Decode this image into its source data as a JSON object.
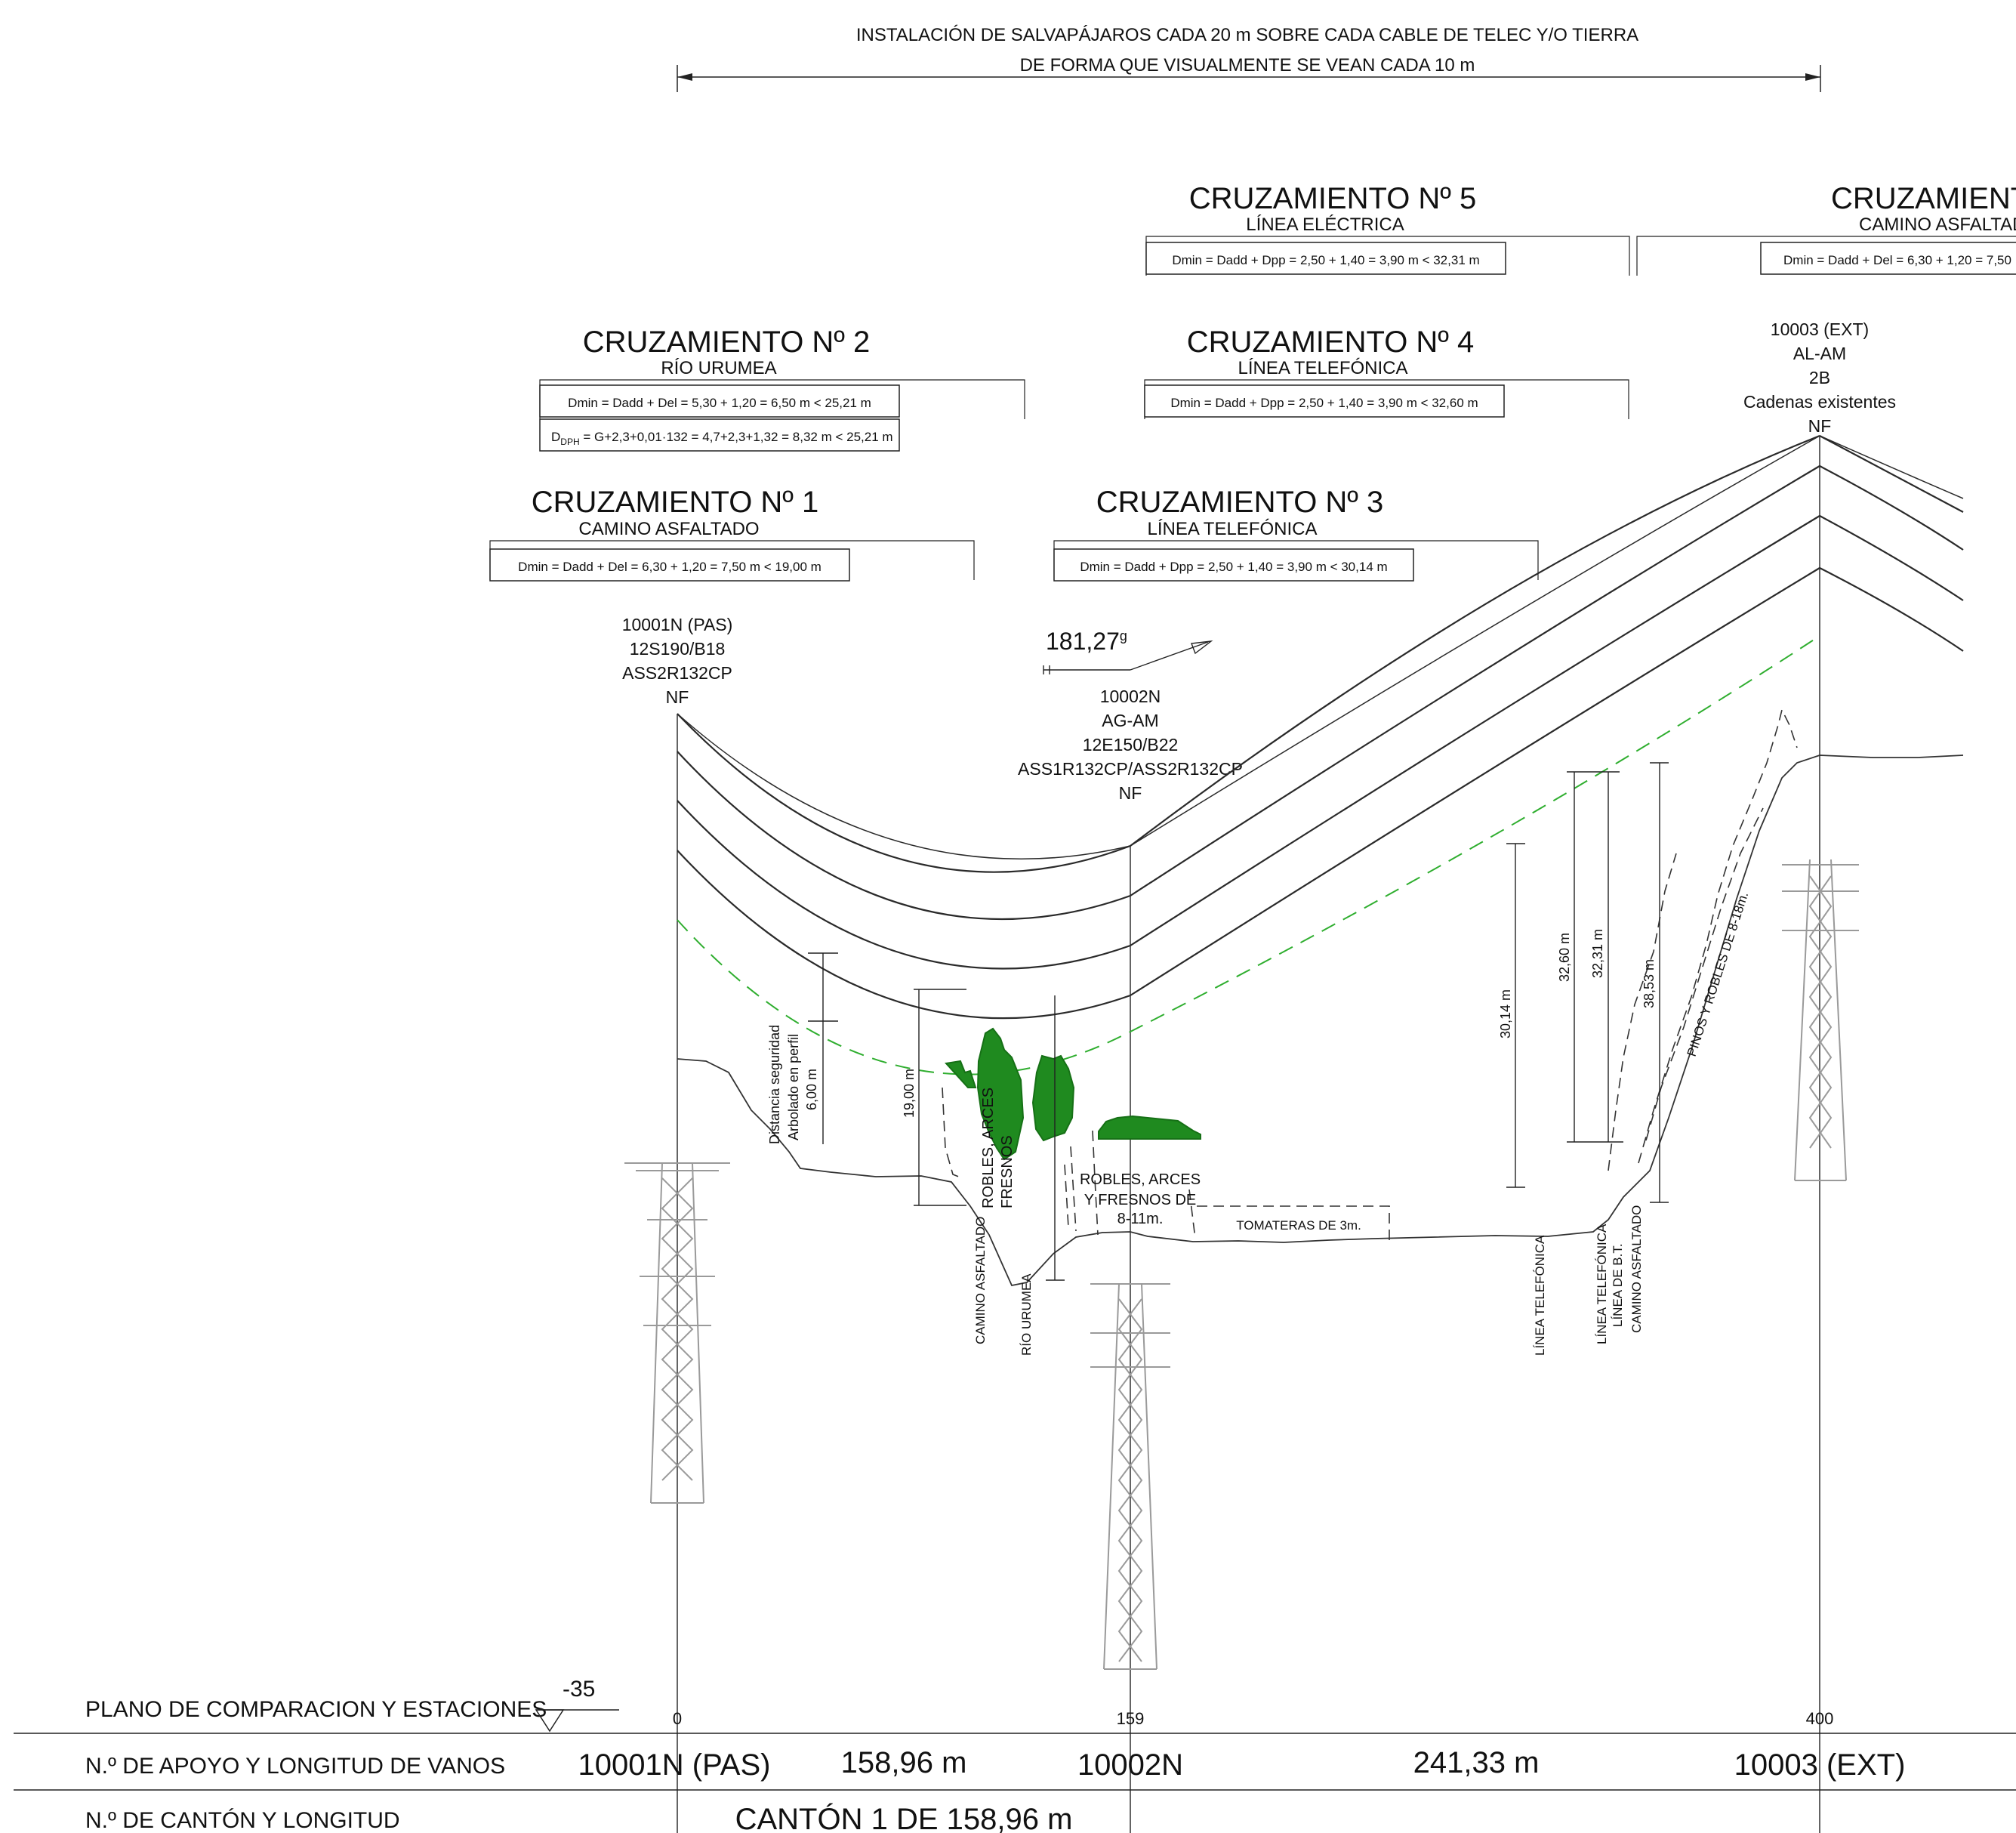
{
  "header": {
    "line1": "INSTALACIÓN DE SALVAPÁJAROS CADA 20 m SOBRE CADA CABLE DE TELEC Y/O TIERRA",
    "line2": "DE FORMA QUE VISUALMENTE SE VEAN CADA 10 m"
  },
  "crossings": [
    {
      "title": "CRUZAMIENTO Nº 1",
      "subtitle": "CAMINO ASFALTADO",
      "formula": "Dmin = Dadd + Del = 6,30 + 1,20 = 7,50 m < 19,00 m"
    },
    {
      "title": "CRUZAMIENTO Nº 2",
      "subtitle": "RÍO URUMEA",
      "formula": "Dmin = Dadd + Del = 5,30 + 1,20 = 6,50 m < 25,21 m",
      "formula2_prefix": "D",
      "formula2_sub": "DPH",
      "formula2_rest": " = G+2,3+0,01·132 = 4,7+2,3+1,32 = 8,32 m < 25,21 m"
    },
    {
      "title": "CRUZAMIENTO Nº 3",
      "subtitle": "LÍNEA TELEFÓNICA",
      "formula": "Dmin = Dadd + Dpp = 2,50 + 1,40 = 3,90 m < 30,14 m"
    },
    {
      "title": "CRUZAMIENTO Nº 4",
      "subtitle": "LÍNEA TELEFÓNICA",
      "formula": "Dmin = Dadd + Dpp = 2,50 + 1,40 = 3,90 m < 32,60 m"
    },
    {
      "title": "CRUZAMIENTO Nº 5",
      "subtitle": "LÍNEA ELÉCTRICA",
      "formula": "Dmin = Dadd + Dpp = 2,50 + 1,40 = 3,90 m < 32,31 m"
    },
    {
      "title": "CRUZAMIENTO",
      "subtitle": "CAMINO ASFALTADO",
      "formula": "Dmin = Dadd + Del = 6,30 + 1,20 = 7,50"
    }
  ],
  "supports": [
    {
      "lines": [
        "10001N (PAS)",
        "12S190/B18",
        "ASS2R132CP",
        "NF"
      ]
    },
    {
      "lines": [
        "10002N",
        "AG-AM",
        "12E150/B22",
        "ASS1R132CP/ASS2R132CP",
        "NF"
      ]
    },
    {
      "lines": [
        "10003 (EXT)",
        "AL-AM",
        "2B",
        "Cadenas existentes",
        "NF"
      ]
    }
  ],
  "angle_label": "181,27",
  "angle_sup": "g",
  "dimensions": {
    "safety1": "Distancia seguridad",
    "safety2": "Arbolado en perfil",
    "safety3": "6,00 m",
    "d19": "19,00 m",
    "d3014": "30,14 m",
    "d3260": "32,60 m",
    "d3231": "32,31 m",
    "d3853": "38,53 m"
  },
  "terrain_labels": {
    "camino1": "CAMINO ASFALTADO",
    "rio": "RÍO URUMEA",
    "robles1a": "ROBLES, ARCES",
    "robles1b": "FRESNOS",
    "robles2a": "ROBLES, ARCES",
    "robles2b": "Y FRESNOS DE",
    "robles2c": "8-11m.",
    "tomateras": "TOMATERAS DE 3m.",
    "linea_tel": "LÍNEA TELEFÓNICA",
    "linea_tel2": "LÍNEA TELEFÓNICA",
    "linea_bt": "LÍNEA DE B.T.",
    "camino2": "CAMINO ASFALTADO",
    "pinos": "PINOS Y ROBLES DE 8-18m."
  },
  "table": {
    "row1_label": "PLANO DE COMPARACION Y ESTACIONES",
    "row2_label": "N.º DE APOYO Y LONGITUD DE VANOS",
    "row3_label": "N.º DE CANTÓN Y LONGITUD",
    "datum": "-35",
    "stations": [
      "0",
      "159",
      "400"
    ],
    "support_names": [
      "10001N (PAS)",
      "10002N",
      "10003 (EXT)"
    ],
    "spans": [
      "158,96 m",
      "241,33 m"
    ],
    "canton": "CANTÓN 1 DE 158,96 m"
  },
  "colors": {
    "ground_line_green": "#2fae2f",
    "trees": "#1f8a1f"
  }
}
